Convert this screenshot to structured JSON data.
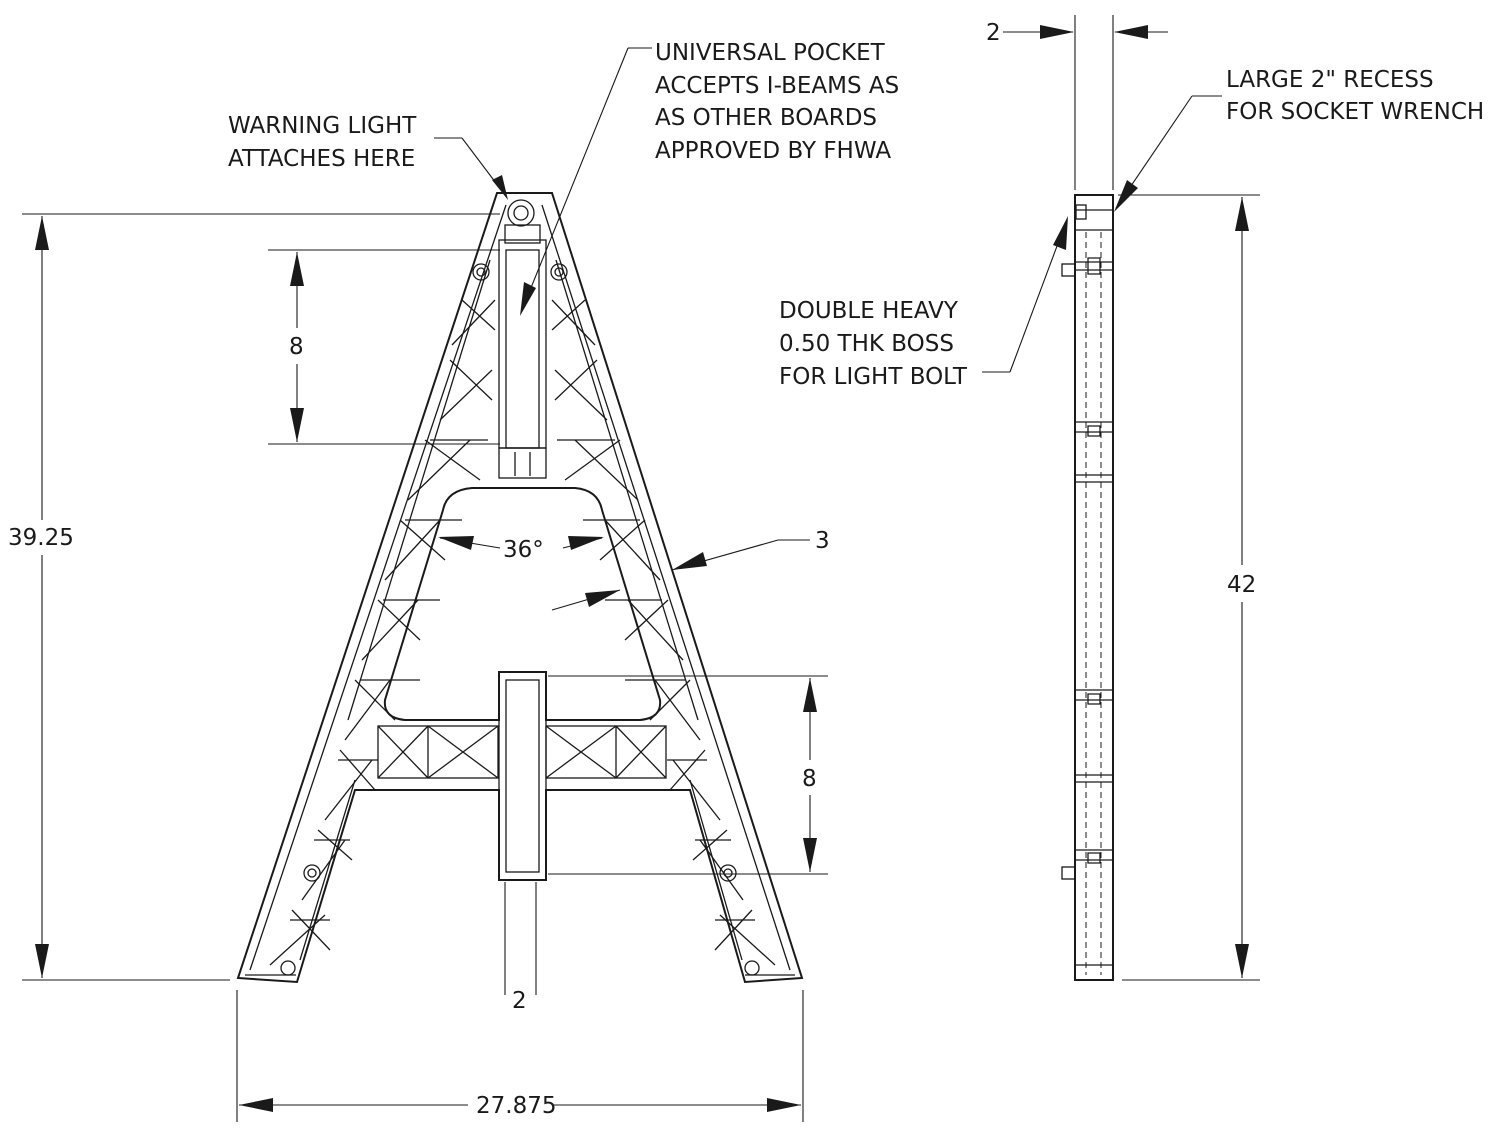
{
  "front_view": {
    "notes": {
      "warning_light": [
        "WARNING LIGHT",
        "ATTACHES HERE"
      ],
      "universal_pocket": [
        "UNIVERSAL POCKET",
        "ACCEPTS I-BEAMS AS",
        "AS OTHER BOARDS",
        "APPROVED BY FHWA"
      ]
    },
    "dimensions": {
      "overall_height": "39.25",
      "top_pocket_height": "8",
      "leg_angle": "36°",
      "leg_width": "3",
      "bottom_pocket_height": "8",
      "pocket_width": "2",
      "base_width": "27.875"
    }
  },
  "side_view": {
    "notes": {
      "recess": [
        "LARGE 2\" RECESS",
        "FOR SOCKET WRENCH"
      ],
      "boss": [
        "DOUBLE HEAVY",
        "0.50 THK BOSS",
        "FOR LIGHT BOLT"
      ]
    },
    "dimensions": {
      "thickness": "2",
      "overall_height": "42"
    }
  }
}
